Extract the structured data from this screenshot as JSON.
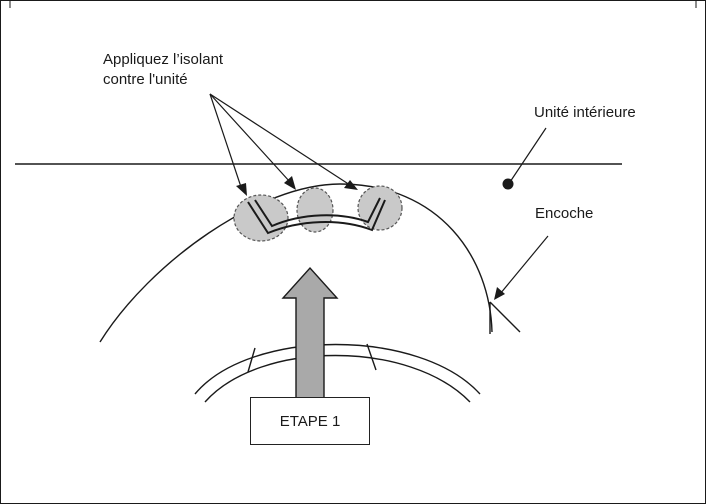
{
  "labels": {
    "apply_insulation_line1": "Appliquez l’isolant",
    "apply_insulation_line2": "contre l'unité",
    "indoor_unit": "Unité intérieure",
    "notch": "Encoche",
    "step": "ETAPE 1"
  },
  "colors": {
    "line": "#1a1a1a",
    "insulation_fill": "#c9c9c9",
    "arrow_fill": "#a9a9a9"
  }
}
